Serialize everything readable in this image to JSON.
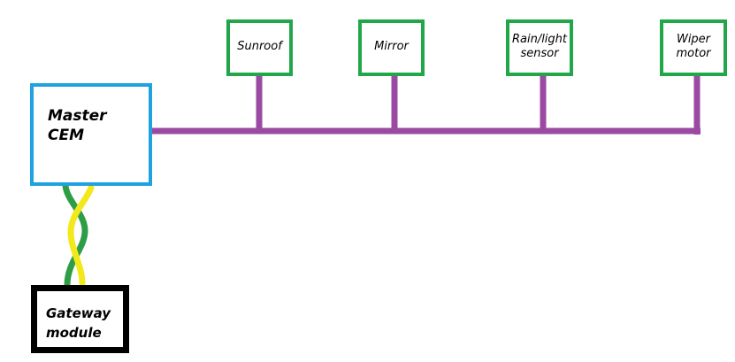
{
  "master": {
    "label": "Master\nCEM"
  },
  "gateway": {
    "label": "Gateway\nmodule"
  },
  "nodes": [
    {
      "label": "Sunroof"
    },
    {
      "label": "Mirror"
    },
    {
      "label": "Rain/light\nsensor"
    },
    {
      "label": "Wiper\nmotor"
    }
  ],
  "colors": {
    "bus": "#9b4aa4",
    "master_border": "#1ea3e0",
    "node_border": "#22a64a",
    "gateway_border": "#000000",
    "twisted_pair_a": "#2e9e46",
    "twisted_pair_b": "#f3e81a"
  }
}
